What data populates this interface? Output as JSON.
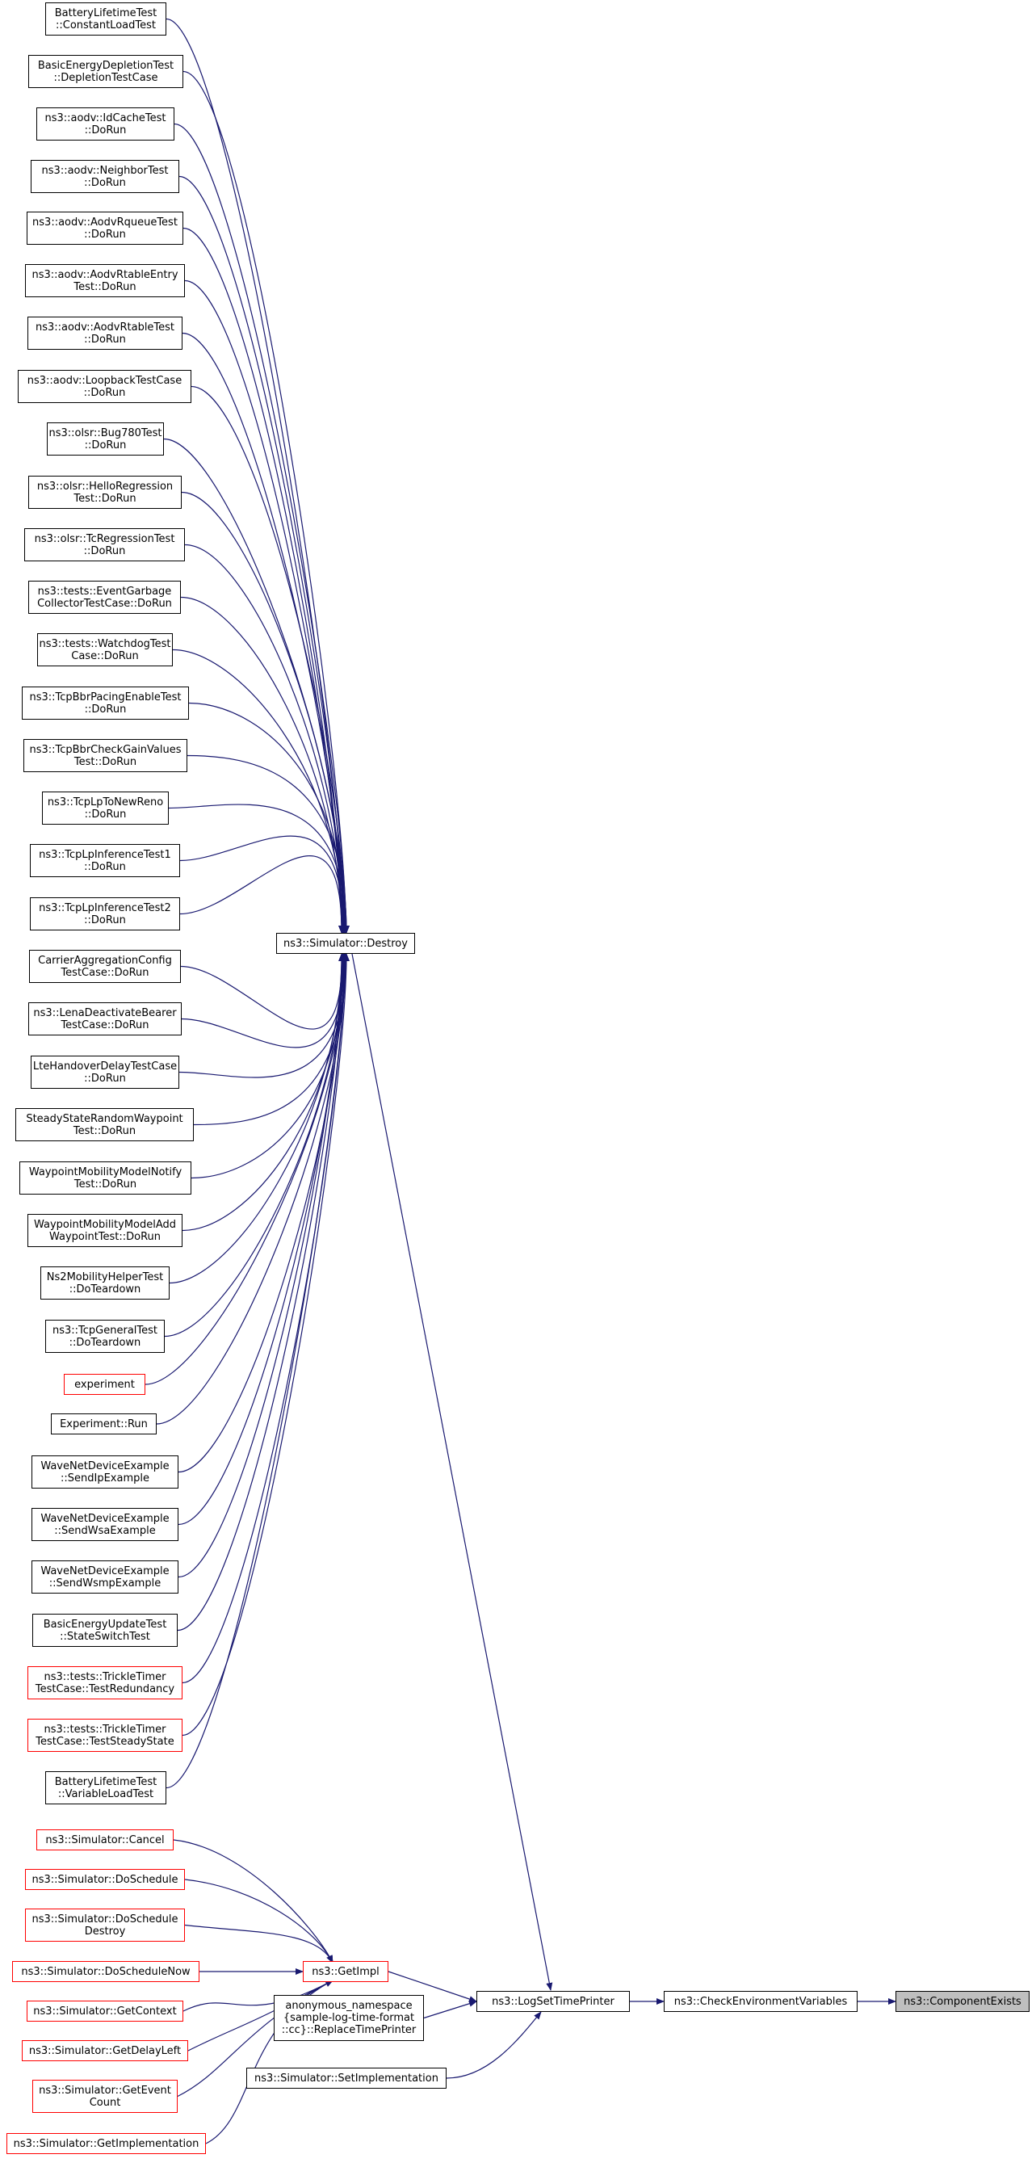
{
  "graph": {
    "edge_color": "#191970",
    "caller_border_color": "#000000",
    "incomplete_caller_border_color": "#ff0000",
    "current_node_fill": "#bfbfbf",
    "current": "ns3::ComponentExists",
    "nodes": [
      {
        "id": "n0",
        "label": "BatteryLifetimeTest\n::ConstantLoadTest",
        "border": "black"
      },
      {
        "id": "n1",
        "label": "BasicEnergyDepletionTest\n::DepletionTestCase",
        "border": "black"
      },
      {
        "id": "n2",
        "label": "ns3::aodv::IdCacheTest\n::DoRun",
        "border": "black"
      },
      {
        "id": "n3",
        "label": "ns3::aodv::NeighborTest\n::DoRun",
        "border": "black"
      },
      {
        "id": "n4",
        "label": "ns3::aodv::AodvRqueueTest\n::DoRun",
        "border": "black"
      },
      {
        "id": "n5",
        "label": "ns3::aodv::AodvRtableEntry\nTest::DoRun",
        "border": "black"
      },
      {
        "id": "n6",
        "label": "ns3::aodv::AodvRtableTest\n::DoRun",
        "border": "black"
      },
      {
        "id": "n7",
        "label": "ns3::aodv::LoopbackTestCase\n::DoRun",
        "border": "black"
      },
      {
        "id": "n8",
        "label": "ns3::olsr::Bug780Test\n::DoRun",
        "border": "black"
      },
      {
        "id": "n9",
        "label": "ns3::olsr::HelloRegression\nTest::DoRun",
        "border": "black"
      },
      {
        "id": "n10",
        "label": "ns3::olsr::TcRegressionTest\n::DoRun",
        "border": "black"
      },
      {
        "id": "n11",
        "label": "ns3::tests::EventGarbage\nCollectorTestCase::DoRun",
        "border": "black"
      },
      {
        "id": "n12",
        "label": "ns3::tests::WatchdogTest\nCase::DoRun",
        "border": "black"
      },
      {
        "id": "n13",
        "label": "ns3::TcpBbrPacingEnableTest\n::DoRun",
        "border": "black"
      },
      {
        "id": "n14",
        "label": "ns3::TcpBbrCheckGainValues\nTest::DoRun",
        "border": "black"
      },
      {
        "id": "n15",
        "label": "ns3::TcpLpToNewReno\n::DoRun",
        "border": "black"
      },
      {
        "id": "n16",
        "label": "ns3::TcpLpInferenceTest1\n::DoRun",
        "border": "black"
      },
      {
        "id": "n17",
        "label": "ns3::TcpLpInferenceTest2\n::DoRun",
        "border": "black"
      },
      {
        "id": "n18",
        "label": "CarrierAggregationConfig\nTestCase::DoRun",
        "border": "black"
      },
      {
        "id": "n19",
        "label": "ns3::LenaDeactivateBearer\nTestCase::DoRun",
        "border": "black"
      },
      {
        "id": "n20",
        "label": "LteHandoverDelayTestCase\n::DoRun",
        "border": "black"
      },
      {
        "id": "n21",
        "label": "SteadyStateRandomWaypoint\nTest::DoRun",
        "border": "black"
      },
      {
        "id": "n22",
        "label": "WaypointMobilityModelNotify\nTest::DoRun",
        "border": "black"
      },
      {
        "id": "n23",
        "label": "WaypointMobilityModelAdd\nWaypointTest::DoRun",
        "border": "black"
      },
      {
        "id": "n24",
        "label": "Ns2MobilityHelperTest\n::DoTeardown",
        "border": "black"
      },
      {
        "id": "n25",
        "label": "ns3::TcpGeneralTest\n::DoTeardown",
        "border": "black"
      },
      {
        "id": "n26",
        "label": "experiment",
        "border": "red"
      },
      {
        "id": "n27",
        "label": "Experiment::Run",
        "border": "black"
      },
      {
        "id": "n28",
        "label": "WaveNetDeviceExample\n::SendIpExample",
        "border": "black"
      },
      {
        "id": "n29",
        "label": "WaveNetDeviceExample\n::SendWsaExample",
        "border": "black"
      },
      {
        "id": "n30",
        "label": "WaveNetDeviceExample\n::SendWsmpExample",
        "border": "black"
      },
      {
        "id": "n31",
        "label": "BasicEnergyUpdateTest\n::StateSwitchTest",
        "border": "black"
      },
      {
        "id": "n32",
        "label": "ns3::tests::TrickleTimer\nTestCase::TestRedundancy",
        "border": "red"
      },
      {
        "id": "n33",
        "label": "ns3::tests::TrickleTimer\nTestCase::TestSteadyState",
        "border": "red"
      },
      {
        "id": "n34",
        "label": "BatteryLifetimeTest\n::VariableLoadTest",
        "border": "black"
      },
      {
        "id": "destroy",
        "label": "ns3::Simulator::Destroy",
        "border": "black"
      },
      {
        "id": "g0",
        "label": "ns3::Simulator::Cancel",
        "border": "red"
      },
      {
        "id": "g1",
        "label": "ns3::Simulator::DoSchedule",
        "border": "red"
      },
      {
        "id": "g2",
        "label": "ns3::Simulator::DoSchedule\nDestroy",
        "border": "red"
      },
      {
        "id": "g3",
        "label": "ns3::Simulator::DoScheduleNow",
        "border": "red"
      },
      {
        "id": "g4",
        "label": "ns3::Simulator::GetContext",
        "border": "red"
      },
      {
        "id": "g5",
        "label": "ns3::Simulator::GetDelayLeft",
        "border": "red"
      },
      {
        "id": "g6",
        "label": "ns3::Simulator::GetEvent\nCount",
        "border": "red"
      },
      {
        "id": "g7",
        "label": "ns3::Simulator::GetImplementation",
        "border": "red"
      },
      {
        "id": "getimpl",
        "label": "ns3::GetImpl",
        "border": "red"
      },
      {
        "id": "replace",
        "label": "anonymous_namespace\n{sample-log-time-format\n::cc}::ReplaceTimePrinter",
        "border": "black"
      },
      {
        "id": "setimpl",
        "label": "ns3::Simulator::SetImplementation",
        "border": "black"
      },
      {
        "id": "logset",
        "label": "ns3::LogSetTimePrinter",
        "border": "black"
      },
      {
        "id": "checkenv",
        "label": "ns3::CheckEnvironmentVariables",
        "border": "black"
      },
      {
        "id": "exists",
        "label": "ns3::ComponentExists",
        "border": "current"
      }
    ],
    "edges": [
      [
        "n0",
        "destroy"
      ],
      [
        "n1",
        "destroy"
      ],
      [
        "n2",
        "destroy"
      ],
      [
        "n3",
        "destroy"
      ],
      [
        "n4",
        "destroy"
      ],
      [
        "n5",
        "destroy"
      ],
      [
        "n6",
        "destroy"
      ],
      [
        "n7",
        "destroy"
      ],
      [
        "n8",
        "destroy"
      ],
      [
        "n9",
        "destroy"
      ],
      [
        "n10",
        "destroy"
      ],
      [
        "n11",
        "destroy"
      ],
      [
        "n12",
        "destroy"
      ],
      [
        "n13",
        "destroy"
      ],
      [
        "n14",
        "destroy"
      ],
      [
        "n15",
        "destroy"
      ],
      [
        "n16",
        "destroy"
      ],
      [
        "n17",
        "destroy"
      ],
      [
        "n18",
        "destroy"
      ],
      [
        "n19",
        "destroy"
      ],
      [
        "n20",
        "destroy"
      ],
      [
        "n21",
        "destroy"
      ],
      [
        "n22",
        "destroy"
      ],
      [
        "n23",
        "destroy"
      ],
      [
        "n24",
        "destroy"
      ],
      [
        "n25",
        "destroy"
      ],
      [
        "n26",
        "destroy"
      ],
      [
        "n27",
        "destroy"
      ],
      [
        "n28",
        "destroy"
      ],
      [
        "n29",
        "destroy"
      ],
      [
        "n30",
        "destroy"
      ],
      [
        "n31",
        "destroy"
      ],
      [
        "n32",
        "destroy"
      ],
      [
        "n33",
        "destroy"
      ],
      [
        "n34",
        "destroy"
      ],
      [
        "destroy",
        "logset"
      ],
      [
        "g0",
        "getimpl"
      ],
      [
        "g1",
        "getimpl"
      ],
      [
        "g2",
        "getimpl"
      ],
      [
        "g3",
        "getimpl"
      ],
      [
        "g4",
        "getimpl"
      ],
      [
        "g5",
        "getimpl"
      ],
      [
        "g6",
        "getimpl"
      ],
      [
        "g7",
        "getimpl"
      ],
      [
        "getimpl",
        "logset"
      ],
      [
        "replace",
        "logset"
      ],
      [
        "setimpl",
        "logset"
      ],
      [
        "logset",
        "checkenv"
      ],
      [
        "checkenv",
        "exists"
      ]
    ]
  }
}
